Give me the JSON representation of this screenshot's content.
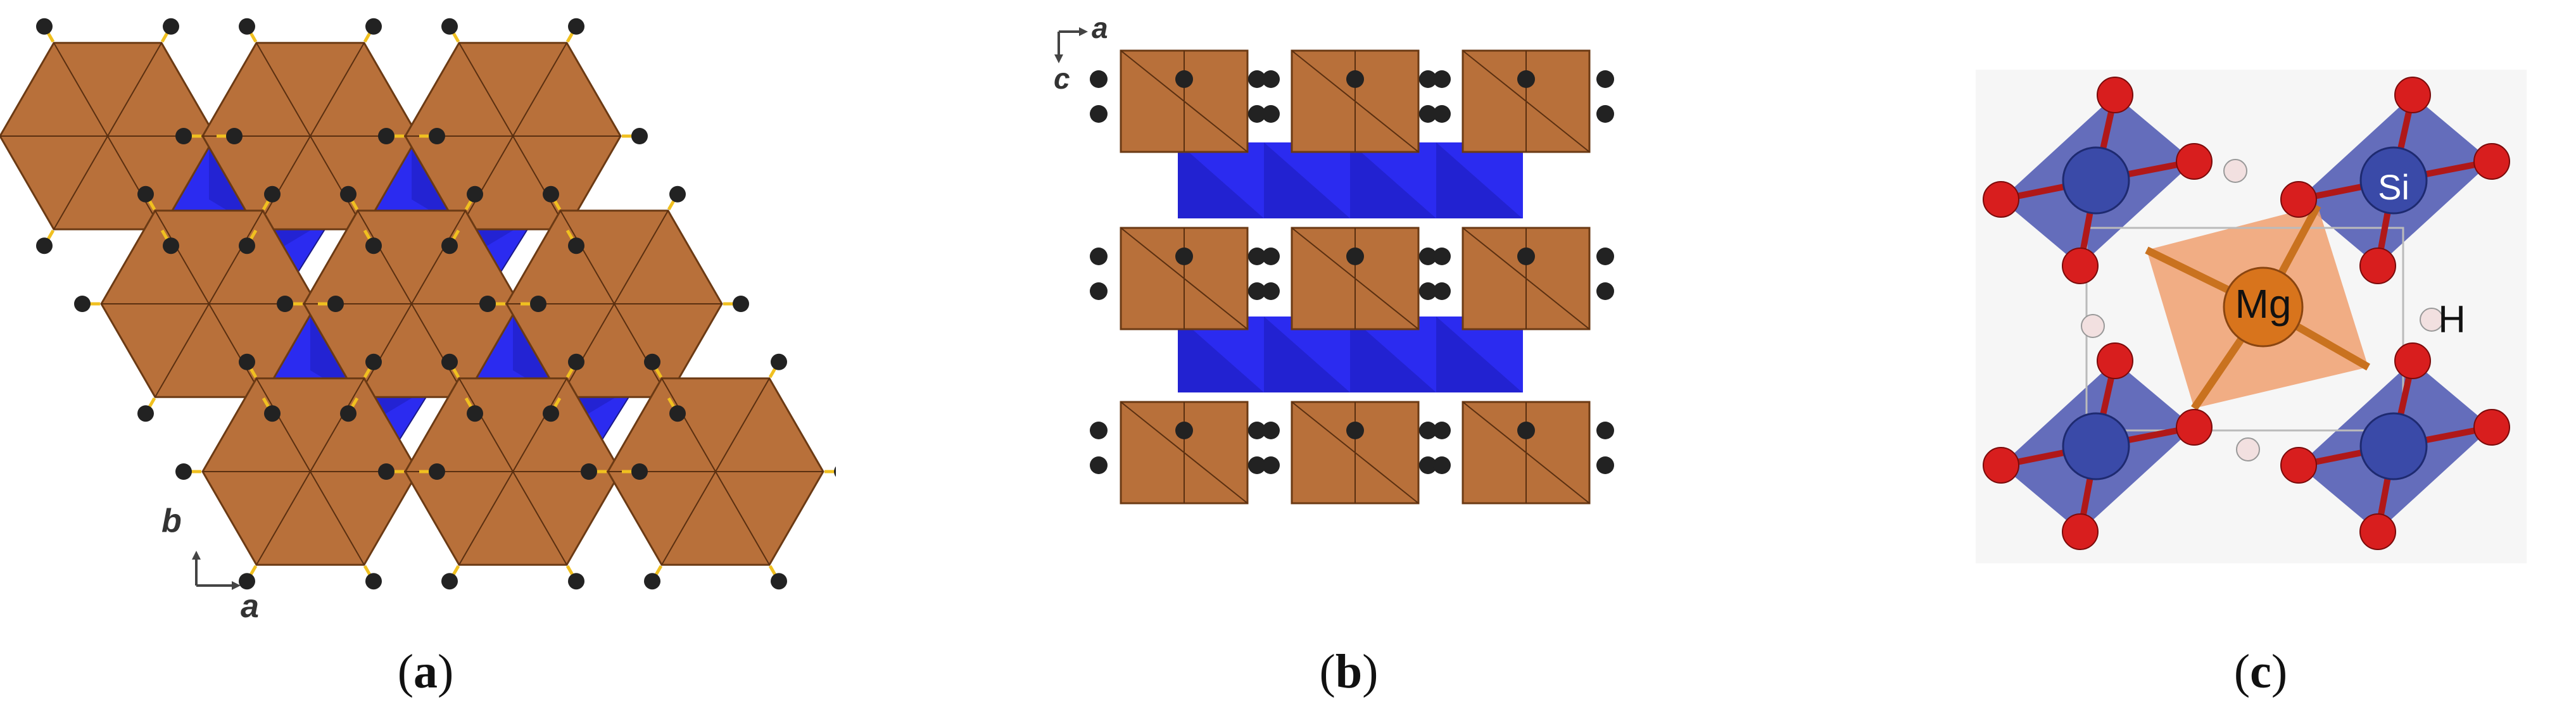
{
  "panels": [
    {
      "id": "a",
      "caption_open": "(",
      "caption_letter": "a",
      "caption_close": ")",
      "axes": [
        "b",
        "a"
      ]
    },
    {
      "id": "b",
      "caption_open": "(",
      "caption_letter": "b",
      "caption_close": ")",
      "axes": [
        "a",
        "c"
      ]
    },
    {
      "id": "c",
      "caption_open": "(",
      "caption_letter": "c",
      "caption_close": ")",
      "atom_labels": [
        "Si",
        "Mg",
        "H"
      ]
    }
  ],
  "colors": {
    "octahedra": "#b8703a",
    "tetrahedra": "#2b2bf0",
    "hydrogen_bond": "#f0c020",
    "atom": "#222222",
    "si_poly": "#4a55b0",
    "mg_poly": "#f0a070",
    "oxygen": "#d81e1e"
  }
}
